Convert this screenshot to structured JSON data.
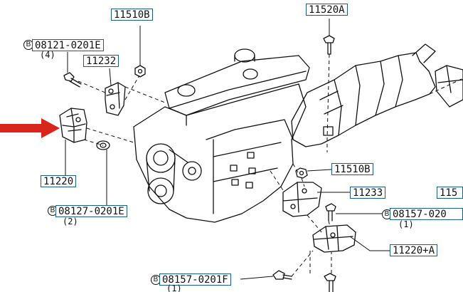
{
  "diagram": {
    "colors": {
      "line": "#111111",
      "box_border": "#1c5f86",
      "arrow": "#d9261c"
    },
    "callouts": {
      "p11510b_top": "11510B",
      "p11520a": "11520A",
      "p08121": "08121-0201E",
      "p11232": "11232",
      "p11220": "11220",
      "p08127": "08127-0201E",
      "p11510b_right": "11510B",
      "p11233": "11233",
      "p115_cut": "115",
      "p08157_right": "08157-020",
      "p11220a": "11220+A",
      "p08157_bottom": "08157-0201F"
    },
    "quantities": {
      "q08121": "(4)",
      "q08127": "(2)",
      "q08157_right": "(1)",
      "q08157_bottom": "(1)"
    },
    "bolt_marks": {
      "m08121": "B",
      "m08127": "B",
      "m08157_right": "B",
      "m08157_bottom": "B"
    }
  }
}
